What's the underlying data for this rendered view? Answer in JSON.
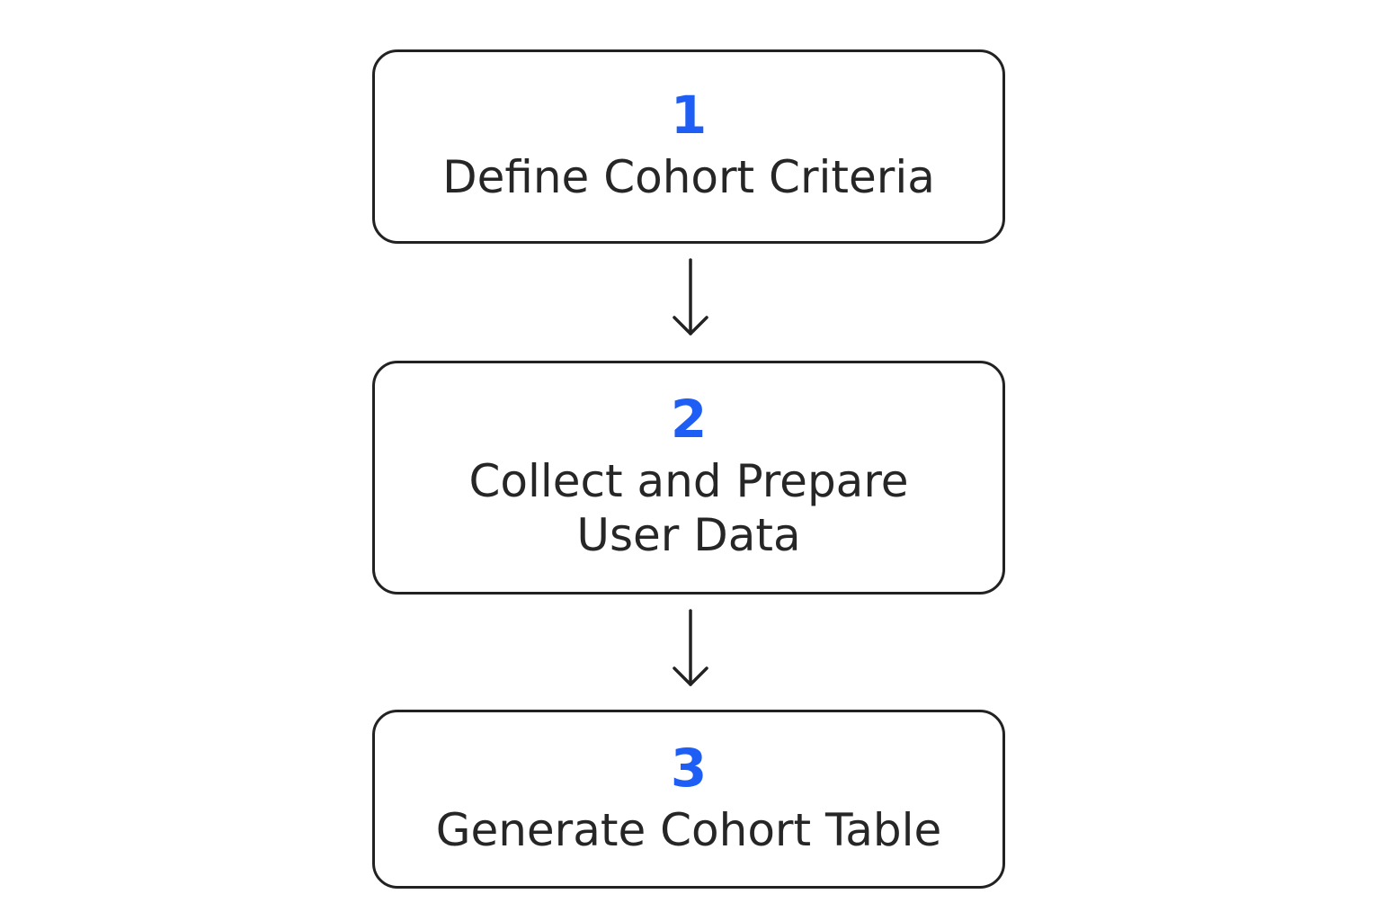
{
  "colors": {
    "number": "#1f5ef5",
    "text": "#262626",
    "border": "#222222",
    "arrow": "#222222"
  },
  "steps": [
    {
      "number": "1",
      "label": "Define Cohort Criteria"
    },
    {
      "number": "2",
      "label": "Collect and Prepare\nUser Data"
    },
    {
      "number": "3",
      "label": "Generate Cohort Table"
    }
  ],
  "arrow_icon": "arrow-down-icon"
}
